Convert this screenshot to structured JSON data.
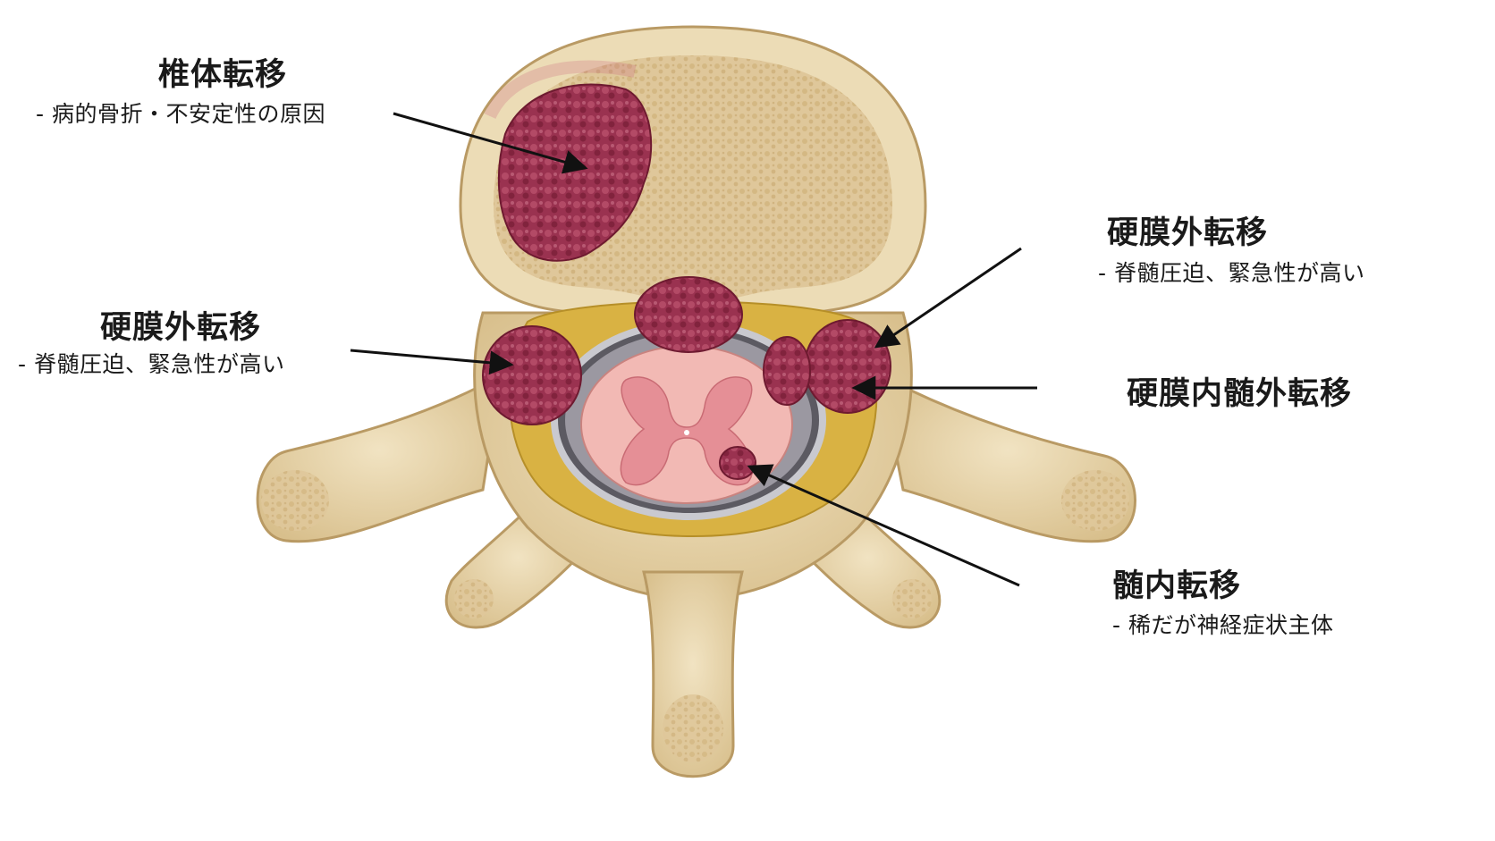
{
  "labels": {
    "vertebral_body": {
      "title": "椎体転移",
      "sub": "- 病的骨折・不安定性の原因"
    },
    "epidural_left": {
      "title": "硬膜外転移",
      "sub": "- 脊髄圧迫、緊急性が高い"
    },
    "epidural_right": {
      "title": "硬膜外転移",
      "sub": "- 脊髄圧迫、緊急性が高い"
    },
    "intradural_extramedullary": {
      "title": "硬膜内髄外転移"
    },
    "intramedullary": {
      "title": "髄内転移",
      "sub": "- 稀だが神経症状主体"
    }
  },
  "colors": {
    "bone": "#e9d9b2",
    "bone_dark": "#c8ad78",
    "cancellous": "#dcc293",
    "tumor": "#9e3550",
    "tumor_dark": "#6e1a30",
    "cord": "#f2b9b4",
    "gray_matter": "#e58f96",
    "fat": "#d9b243",
    "dura": "#8a8a92"
  }
}
